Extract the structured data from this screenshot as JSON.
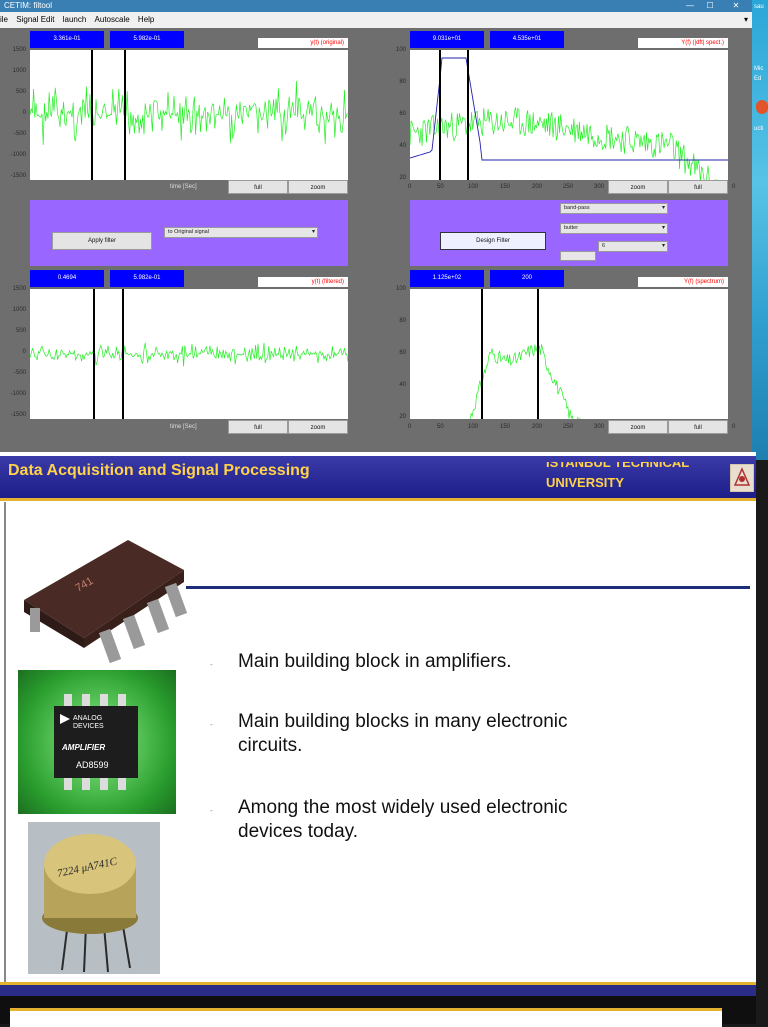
{
  "app": {
    "title": "CETIM: filtool",
    "menu": [
      "ile",
      "Signal Edit",
      "launch",
      "Autoscale",
      "Help"
    ],
    "window_controls": [
      "—",
      "☐",
      "✕"
    ]
  },
  "panel_tl": {
    "val1": "3.361e-01",
    "val2": "5.982e-01",
    "legend": "y(t) (original)",
    "yticks": [
      "1500",
      "1000",
      "500",
      "0",
      "-500",
      "-1000",
      "-1500"
    ],
    "xlabel": "time [Sec]",
    "btn_full": "full",
    "btn_zoom": "zoom"
  },
  "panel_tr": {
    "val1": "9.031e+01",
    "val2": "4.535e+01",
    "legend": "Y(f) (|dft| spect.)",
    "yticks": [
      "100",
      "80",
      "60",
      "40",
      "20"
    ],
    "xticks": [
      "0",
      "50",
      "100",
      "150",
      "200",
      "250",
      "300"
    ],
    "btn_zoom": "zoom",
    "btn_full": "full",
    "trail": "0"
  },
  "control_left": {
    "apply": "Apply filter",
    "select": "to Original signal"
  },
  "control_right": {
    "design": "Design Filter",
    "type": "band-pass",
    "method": "butter",
    "order": "6"
  },
  "panel_bl": {
    "val1": "0.4694",
    "val2": "5.982e-01",
    "legend": "y(t) (filtered)",
    "yticks": [
      "1500",
      "1000",
      "500",
      "0",
      "-500",
      "-1000",
      "-1500"
    ],
    "xlabel": "time [Sec]",
    "btn_full": "full",
    "btn_zoom": "zoom"
  },
  "panel_br": {
    "val1": "1.125e+02",
    "val2": "200",
    "legend": "Y(f) (spectrum)",
    "yticks": [
      "100",
      "80",
      "60",
      "40",
      "20"
    ],
    "xticks": [
      "0",
      "50",
      "100",
      "150",
      "200",
      "250",
      "300"
    ],
    "btn_zoom": "zoom",
    "btn_full": "full",
    "trail": "0"
  },
  "desktop": {
    "labels": [
      "sau",
      "Mic",
      "Ed",
      "ucti"
    ]
  },
  "slide": {
    "title": "Data Acquisition and Signal Processing",
    "university_line1": "ISTANBUL TECHNICAL",
    "university_line2": "UNIVERSITY",
    "bullets": [
      [
        "Main building block in amplifiers."
      ],
      [
        "Main building blocks in many electronic",
        "circuits."
      ],
      [
        "Among the most widely used electronic",
        "devices today."
      ]
    ],
    "bullet_marker": "-",
    "chip2_text": [
      "ANALOG",
      "DEVICES",
      "AMPLIFIER",
      "AD8599"
    ],
    "chip3_text": "7224 μA741C"
  },
  "colors": {
    "plot_signal": "#22ee22",
    "plot_spectrum_line": "#2222aa",
    "cursor": "#000000",
    "value_box": "#0000ff",
    "legend_text": "#ff0000",
    "control_panel": "#9966ff",
    "slide_header": "#2a2a96",
    "slide_title": "#ffd24a",
    "rule": "#1e2d7a",
    "gold": "#e3b22e"
  }
}
